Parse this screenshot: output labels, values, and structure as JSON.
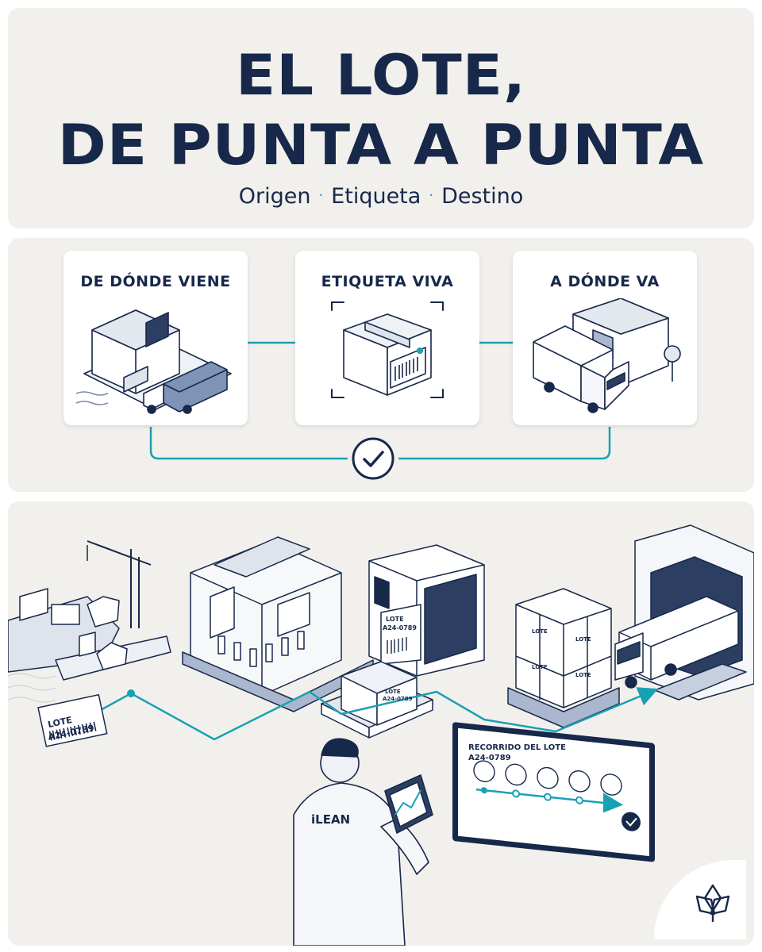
{
  "hero": {
    "title_line1": "EL LOTE,",
    "title_line2": "DE PUNTA A PUNTA",
    "subtitle_parts": [
      "Origen",
      "Etiqueta",
      "Destino"
    ],
    "subtitle_separator": "·"
  },
  "concepts": {
    "cards": [
      {
        "label": "DE DÓNDE VIENE",
        "icon": "warehouse-truck-icon"
      },
      {
        "label": "ETIQUETA VIVA",
        "icon": "labeled-box-icon"
      },
      {
        "label": "A DÓNDE VA",
        "icon": "delivery-truck-icon"
      }
    ],
    "check_icon": "check-circle-icon"
  },
  "flow": {
    "lot_tag": {
      "title": "LOTE",
      "code": "A24-0789"
    },
    "printer_label": {
      "title": "LOTE",
      "code": "A24-0789"
    },
    "box_label": {
      "title": "LOTE",
      "code": "A24-0789"
    },
    "pallet_labels": [
      "LOTE",
      "LOTE",
      "LOTE",
      "LOTE"
    ],
    "worker_brand": "iLEAN",
    "screen": {
      "title": "RECORRIDO DEL LOTE",
      "code": "A24-0789",
      "steps": [
        "ship-icon",
        "factory-icon",
        "barcode-icon",
        "forklift-icon",
        "truck-icon"
      ]
    }
  },
  "colors": {
    "navy": "#17284a",
    "teal": "#1aa0b4",
    "panel": "#f2f0ec"
  }
}
